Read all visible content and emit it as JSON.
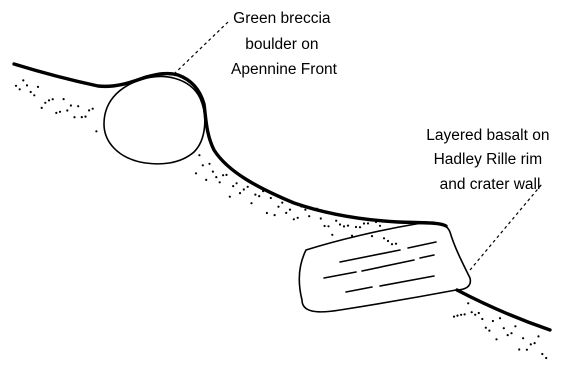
{
  "labels": {
    "breccia": [
      "Green breccia",
      "boulder on",
      "Apennine Front"
    ],
    "basalt": [
      "Layered basalt on",
      "Hadley Rille rim",
      "and crater wall"
    ]
  }
}
